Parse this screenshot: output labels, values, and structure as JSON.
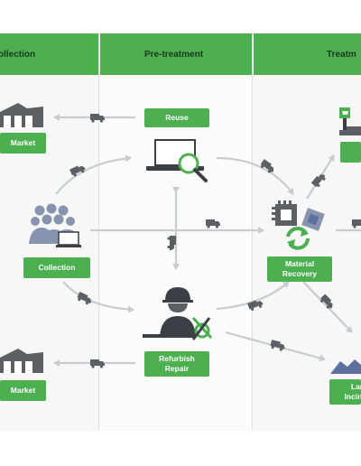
{
  "headers": {
    "collection": "ollection",
    "pretreatment": "Pre-treatment",
    "treatment": "Treatm"
  },
  "nodes": {
    "market_top": "Market",
    "market_bottom": "Market",
    "collection": "Collection",
    "reuse": "Reuse",
    "refurbish_line1": "Refurbish",
    "refurbish_line2": "Repair",
    "material_recovery_line1": "Material",
    "material_recovery_line2": "Recovery",
    "landfill_line1": "Lan",
    "landfill_line2": "Incine"
  },
  "icons": {
    "market": "warehouse-icon",
    "collection": "people-with-laptop-icon",
    "reuse": "laptop-magnifier-icon",
    "refurbish": "worker-with-tools-icon",
    "material_recovery": "chip-recycle-icon",
    "landfill": "landfill-icon",
    "store": "shop-cart-icon",
    "truck": "truck-icon"
  },
  "colors": {
    "accent": "#4caf50",
    "header_text": "#1c3a1d",
    "icon": "#5d5f63",
    "arrow": "#c8cbd0",
    "recycle": "#4caf50",
    "people": "#8794b0"
  }
}
